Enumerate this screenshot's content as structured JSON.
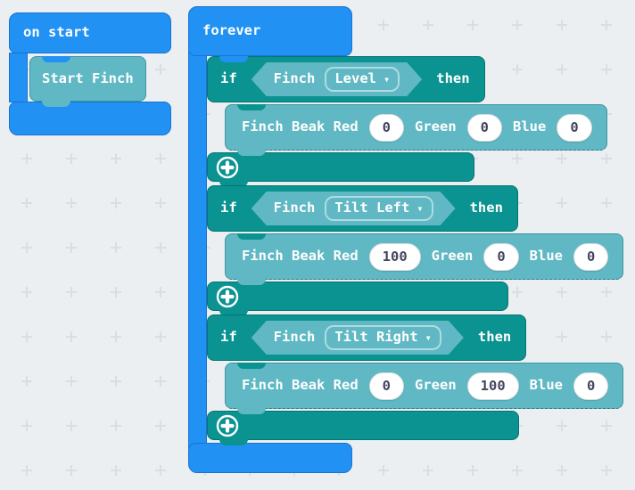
{
  "workspace": {
    "background": "#ECEFF1",
    "grid_cross_color": "#D8DEE3"
  },
  "palette": {
    "event_blue": "#2191F3",
    "event_blue_border": "#1A73D1",
    "logic_teal": "#0A9390",
    "logic_teal_border": "#057472",
    "finch_teal": "#5FB8C3",
    "finch_teal_border": "#3D96A3",
    "value_text": "#44455E"
  },
  "on_start": {
    "label": "on start",
    "child": {
      "label": "Start Finch"
    }
  },
  "forever": {
    "label": "forever"
  },
  "if_groups": [
    {
      "keyword_if": "if",
      "keyword_then": "then",
      "condition": {
        "object": "Finch",
        "selected": "Level",
        "caret_icon": "▾"
      },
      "statement": {
        "fields": [
          {
            "label": "Finch Beak Red",
            "value": "0"
          },
          {
            "label": "Green",
            "value": "0"
          },
          {
            "label": "Blue",
            "value": "0"
          }
        ]
      }
    },
    {
      "keyword_if": "if",
      "keyword_then": "then",
      "condition": {
        "object": "Finch",
        "selected": "Tilt Left",
        "caret_icon": "▾"
      },
      "statement": {
        "fields": [
          {
            "label": "Finch Beak Red",
            "value": "100"
          },
          {
            "label": "Green",
            "value": "0"
          },
          {
            "label": "Blue",
            "value": "0"
          }
        ]
      }
    },
    {
      "keyword_if": "if",
      "keyword_then": "then",
      "condition": {
        "object": "Finch",
        "selected": "Tilt Right",
        "caret_icon": "▾"
      },
      "statement": {
        "fields": [
          {
            "label": "Finch Beak Red",
            "value": "0"
          },
          {
            "label": "Green",
            "value": "100"
          },
          {
            "label": "Blue",
            "value": "0"
          }
        ]
      }
    }
  ]
}
